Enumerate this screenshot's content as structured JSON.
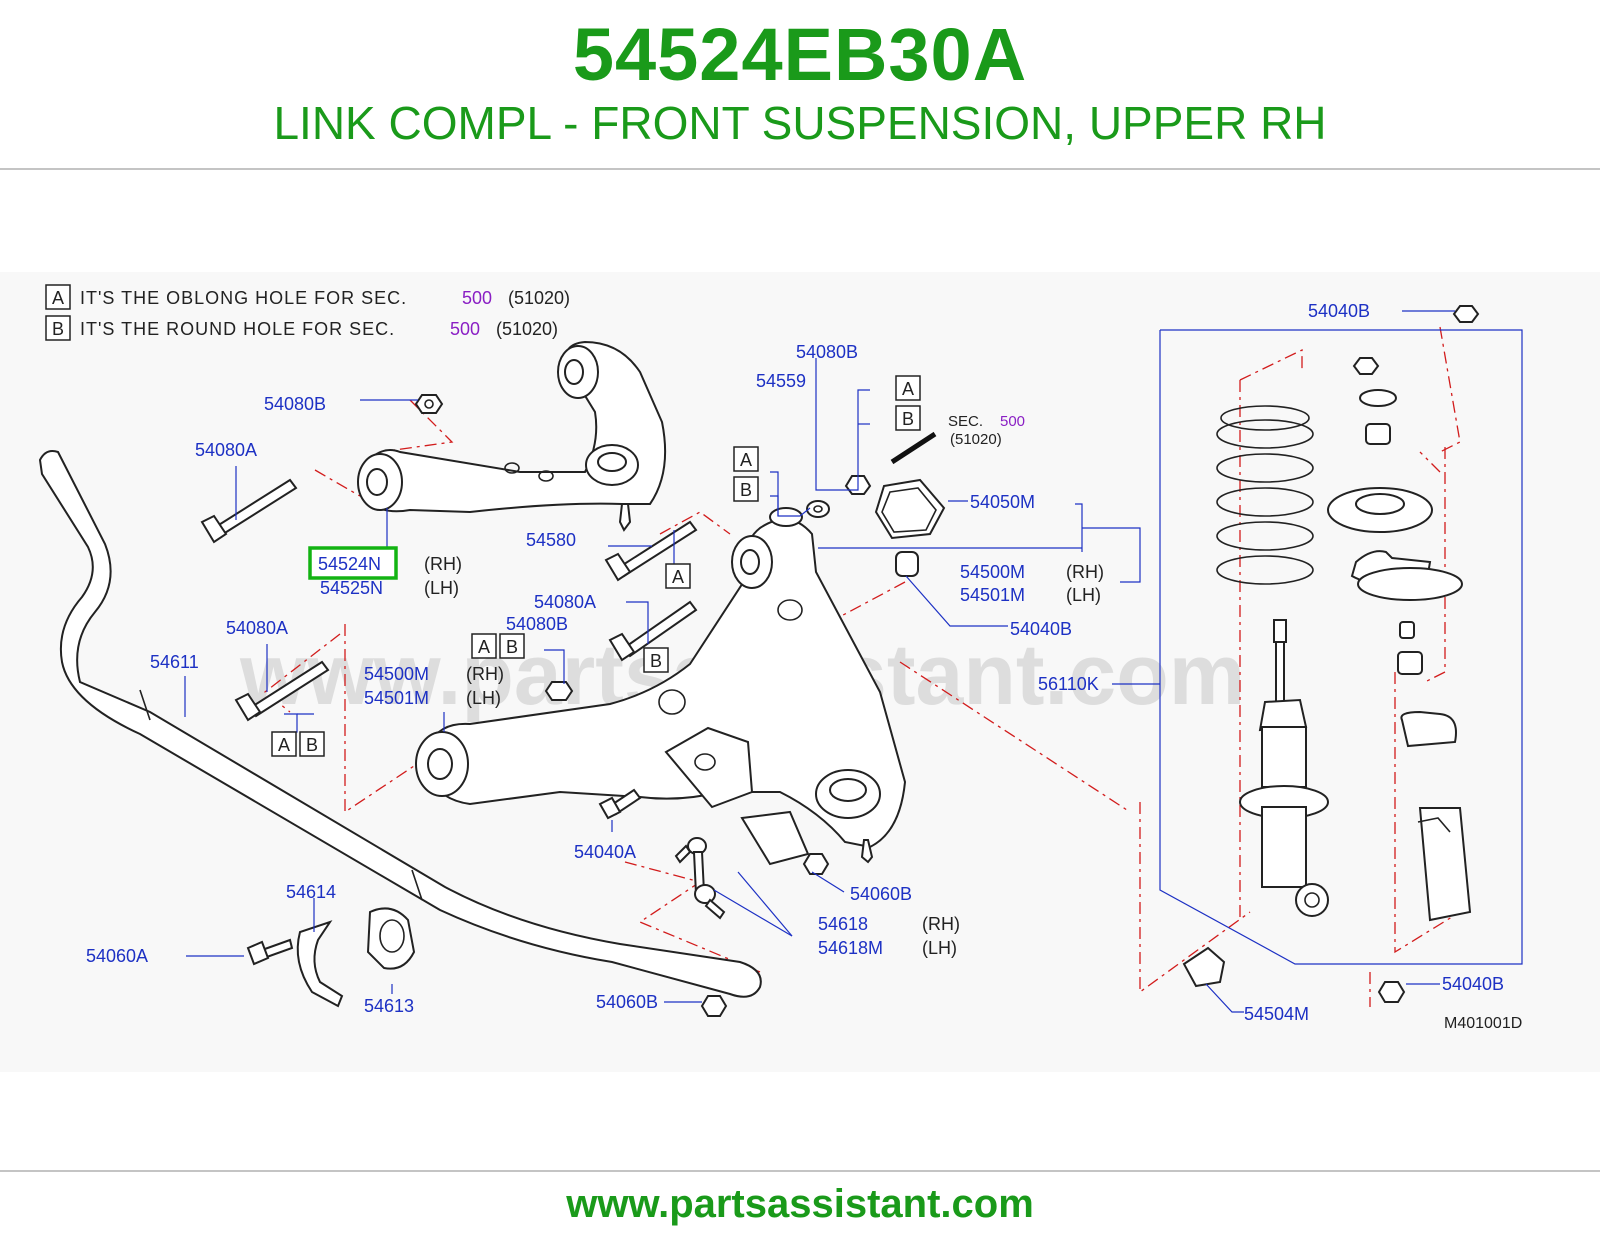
{
  "header": {
    "part_number": "54524EB30A",
    "description": "LINK COMPL - FRONT SUSPENSION, UPPER RH"
  },
  "notes": [
    {
      "box": "A",
      "text": "IT'S  THE  OBLONG  HOLE  FOR  SEC.",
      "sec": "500",
      "ref": "(51020)"
    },
    {
      "box": "B",
      "text": "IT'S  THE  ROUND  HOLE  FOR  SEC.",
      "sec": "500",
      "ref": "(51020)"
    }
  ],
  "sec_ref": {
    "label": "SEC.",
    "sec": "500",
    "ref": "(51020)"
  },
  "box_letters": {
    "a": "A",
    "b": "B"
  },
  "labels": {
    "p54040B_top": "54040B",
    "p54080B_1": "54080B",
    "p54080B_2": "54080B",
    "p54080B_3": "54080B",
    "p54559": "54559",
    "p54080A_1": "54080A",
    "p54080A_2": "54080A",
    "p54080A_3": "54080A",
    "p54524N": "54524N",
    "p54525N": "54525N",
    "p54580": "54580",
    "p54050M": "54050M",
    "p54500M_1": "54500M",
    "p54501M_1": "54501M",
    "p54040B_mid": "54040B",
    "p54611": "54611",
    "p54500M_2": "54500M",
    "p54501M_2": "54501M",
    "p56110K": "56110K",
    "p54040A": "54040A",
    "p54060B_1": "54060B",
    "p54614": "54614",
    "p54618": "54618",
    "p54618M": "54618M",
    "p54060A": "54060A",
    "p54613": "54613",
    "p54060B_2": "54060B",
    "p54504M": "54504M",
    "p54040B_bot": "54040B"
  },
  "side": {
    "rh": "(RH)",
    "lh": "(LH)"
  },
  "diagram_code": "M401001D",
  "watermark": "www.partsassistant.com",
  "highlighted_part": "54524N",
  "colors": {
    "title": "#1a9a1a",
    "label": "#1d31c4",
    "highlight": "#12b312",
    "sec": "#8a1fc4",
    "phantom": "#d21c1c"
  },
  "footer": {
    "url": "www.partsassistant.com"
  }
}
